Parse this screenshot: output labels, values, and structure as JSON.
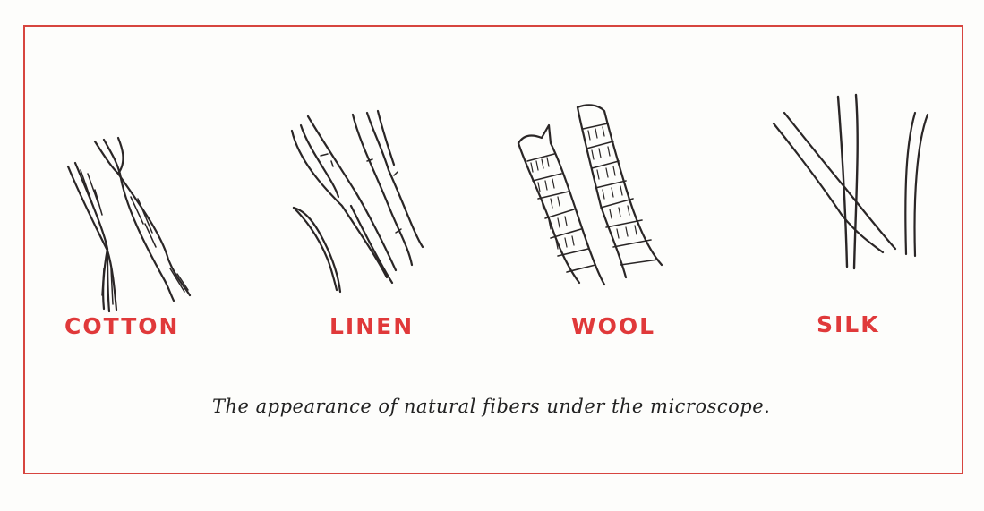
{
  "figure": {
    "border_color": "#d7453f",
    "label_color": "#e0393a",
    "ink_color": "#2a2626",
    "fibers": [
      {
        "id": "cotton",
        "label": "COTTON",
        "icon": "cotton-fiber-illustration"
      },
      {
        "id": "linen",
        "label": "LINEN",
        "icon": "linen-fiber-illustration"
      },
      {
        "id": "wool",
        "label": "WOOL",
        "icon": "wool-fiber-illustration"
      },
      {
        "id": "silk",
        "label": "SILK",
        "icon": "silk-fiber-illustration"
      }
    ],
    "caption": "The appearance of natural fibers under the microscope."
  }
}
